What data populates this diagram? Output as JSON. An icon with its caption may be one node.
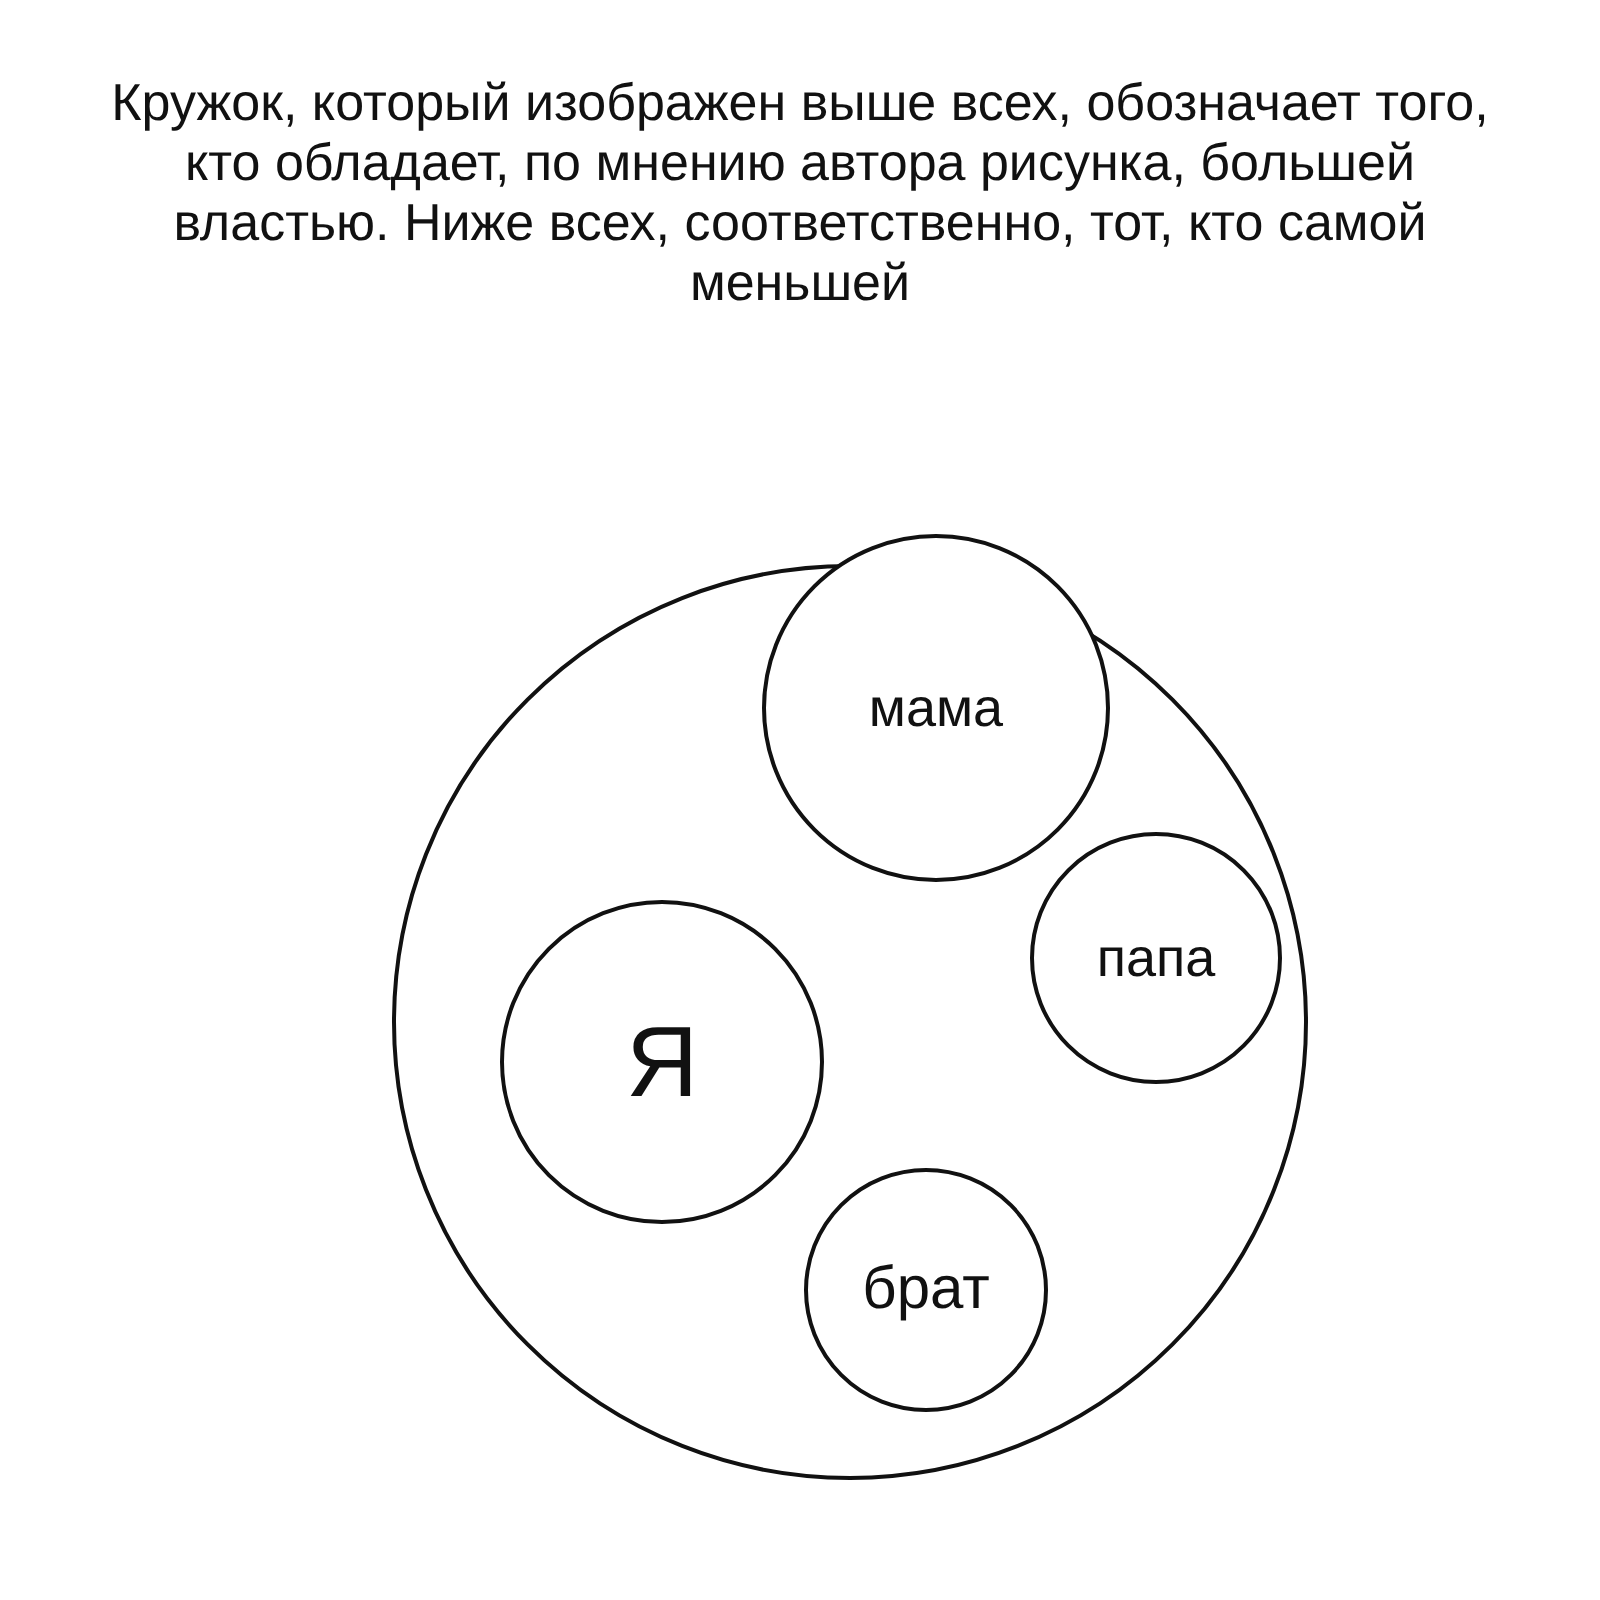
{
  "diagram": {
    "title": "Кружок, который изображен выше всех, обозначает того, кто обладает, по мнению автора рисунка, большей властью. Ниже всех, соответственно, тот, кто самой меньшей",
    "nodes": [
      {
        "text": [],
        "shape": "circle"
      },
      {
        "text": [
          "мама"
        ],
        "in": 0
      },
      {
        "text": [
          "папа"
        ],
        "in": 0
      },
      {
        "text": [
          "Я"
        ],
        "in": 0
      },
      {
        "text": [
          "брат"
        ],
        "in": 0
      }
    ]
  }
}
